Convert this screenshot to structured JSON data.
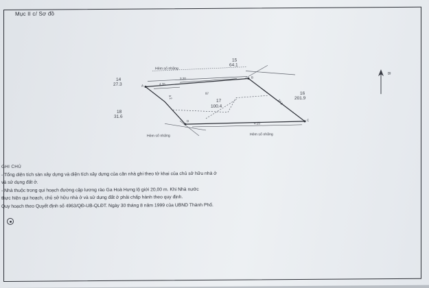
{
  "section_title": "Mục II c/ Sơ đồ",
  "plan": {
    "lot_top": "15",
    "lot_top_area": "64.1",
    "lot_left_top": "14",
    "lot_left_top_area": "27.3",
    "lot_left": "18",
    "lot_left_area": "31.6",
    "lot_right": "16",
    "lot_right_area": "201.9",
    "lot_main": "17",
    "lot_main_area": "100.4",
    "road_top": "Hẻm số nhãng",
    "road_bottom_left": "Hẻm số nhãng",
    "road_bottom_right": "Hẻm số nhãng",
    "dim_top_left": "4.35",
    "dim_top_mid": "3.20",
    "dim_bottom": "4.25",
    "dim_side": "16.5",
    "dim_a": "97",
    "dim_b": "4.2",
    "corner_a": "A",
    "corner_b": "B",
    "corner_c": "C",
    "corner_d": "D",
    "north_label": "B"
  },
  "notes": {
    "heading": "GHI CHÚ",
    "line1": "- Tổng diện tích sàn xây dựng và diện tích xây dựng của căn nhà ghi theo tờ khai của chủ sở hữu nhà ở",
    "line2": "  và sử dụng đất ở.",
    "line3": "- Nhà thuộc trong qui hoạch đường cặp lương rào Ga Hoà Hưng  lộ giới 20,00 m. Khi Nhà nước",
    "line4": "  thực hiện qui hoạch, chủ sở hữu nhà ở và sử dụng đất ở phải chấp hành theo quy định.",
    "line5": "  Quy hoạch theo Quyết định số 4963/QĐ-UB-QLĐT. Ngày 30 tháng 8 năm 1999  của UBND Thành Phố."
  }
}
